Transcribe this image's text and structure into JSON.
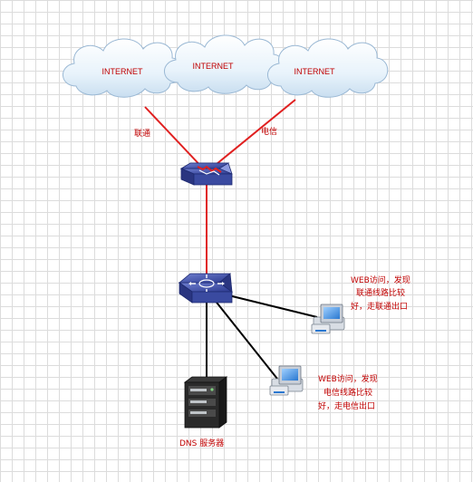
{
  "clouds": [
    {
      "label": "INTERNET"
    },
    {
      "label": "INTERNET"
    },
    {
      "label": "INTERNET"
    }
  ],
  "links": {
    "unicom": "联通",
    "telecom": "电信"
  },
  "dns_server": {
    "label": "DNS 服务器"
  },
  "notes": {
    "unicom_client": [
      "WEB访问，发现",
      "联通线路比较",
      "好，走联通出口"
    ],
    "telecom_client": [
      "WEB访问，发现",
      "电信线路比较",
      "好，走电信出口"
    ]
  },
  "colors": {
    "wan_link": "#e02020",
    "lan_link": "#000000",
    "label_text": "#c00000",
    "device_blue": "#3a4aa0"
  }
}
